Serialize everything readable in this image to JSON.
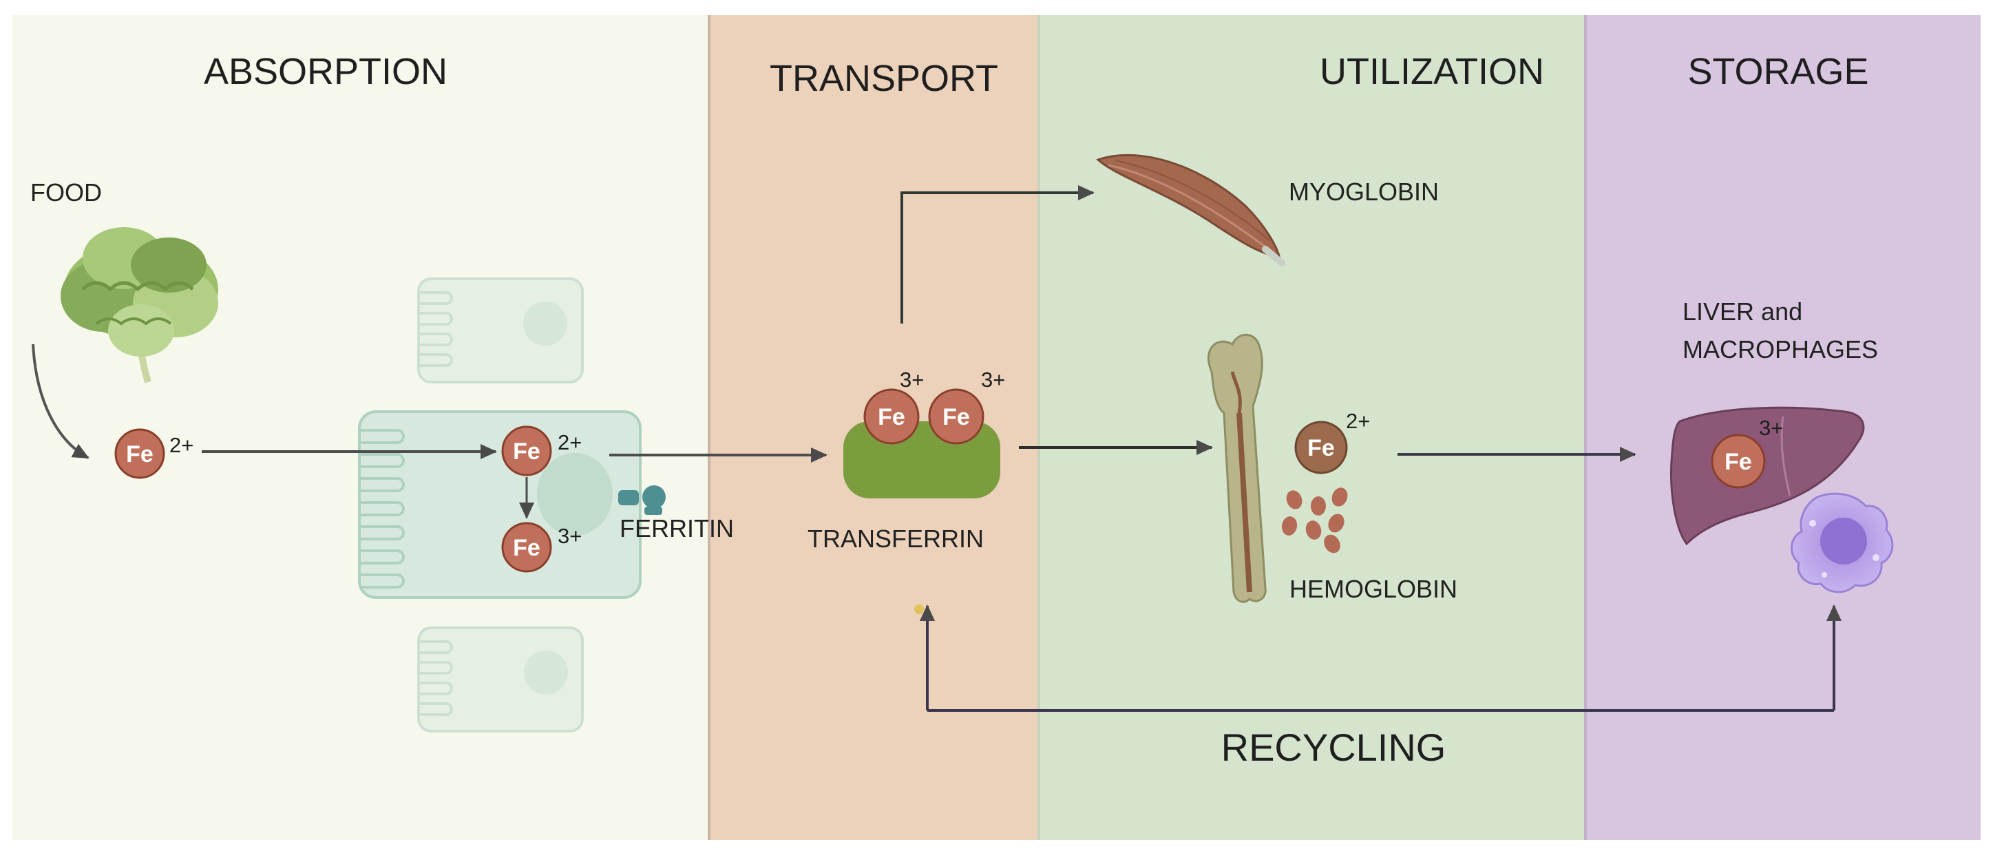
{
  "colors": {
    "absorption_bg": "#f7f8ec",
    "transport_bg": "#ecd1bb",
    "utilization_bg": "#d5e4cc",
    "storage_bg": "#d8c6e0",
    "fe_fill": "#c0705a",
    "fe_stroke": "#8a3f2c",
    "fe_hemo_fill": "#9c6a4c",
    "arrow": "#3d3d3d",
    "transferrin": "#7b9d3e"
  },
  "panels": {
    "absorption": "ABSORPTION",
    "transport": "TRANSPORT",
    "utilization": "UTILIZATION",
    "storage": "STORAGE"
  },
  "labels": {
    "food": "FOOD",
    "ferritin": "FERRITIN",
    "transferrin": "TRANSFERRIN",
    "myoglobin": "MYOGLOBIN",
    "hemoglobin": "HEMOGLOBIN",
    "liver_line1": "LIVER and",
    "liver_line2": "MACROPHAGES",
    "recycling": "RECYCLING"
  },
  "iron": {
    "symbol": "Fe",
    "ferrous": "2+",
    "ferric": "3+"
  },
  "icons": [
    "lettuce-icon",
    "enterocyte-icon",
    "ferritin-icon",
    "transferrin-icon",
    "muscle-icon",
    "bone-icon",
    "red-blood-cells-icon",
    "liver-icon",
    "macrophage-icon"
  ]
}
